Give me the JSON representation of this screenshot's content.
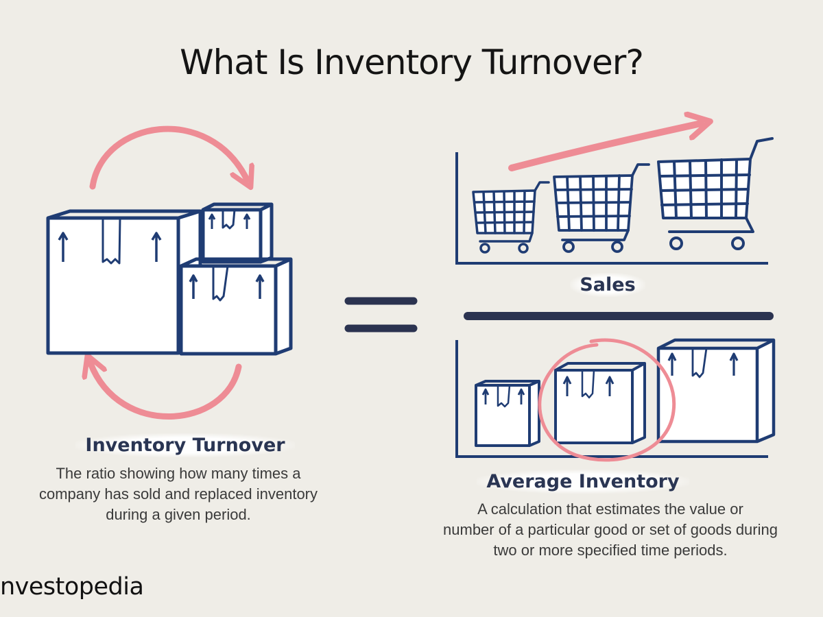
{
  "title": "What Is Inventory Turnover?",
  "left": {
    "label": "Inventory Turnover",
    "description_lines": [
      "The ratio showing how many times a",
      "company has sold and replaced inventory",
      "during a given period."
    ]
  },
  "numerator": {
    "label": "Sales"
  },
  "denominator": {
    "label": "Average Inventory",
    "description_lines": [
      "A calculation that estimates the value or",
      "number of a particular good or set of goods during",
      "two or more specified time periods."
    ]
  },
  "brand": {
    "name": "nvestopedia"
  },
  "colors": {
    "navy": "#1f3c73",
    "pink": "#ee8c95",
    "bar": "#2b3350",
    "background": "#efede7"
  },
  "icons": [
    "cycle-arrow-icon",
    "box-icon",
    "shopping-cart-icon",
    "growth-arrow-icon",
    "equals-icon",
    "highlight-circle-icon"
  ]
}
